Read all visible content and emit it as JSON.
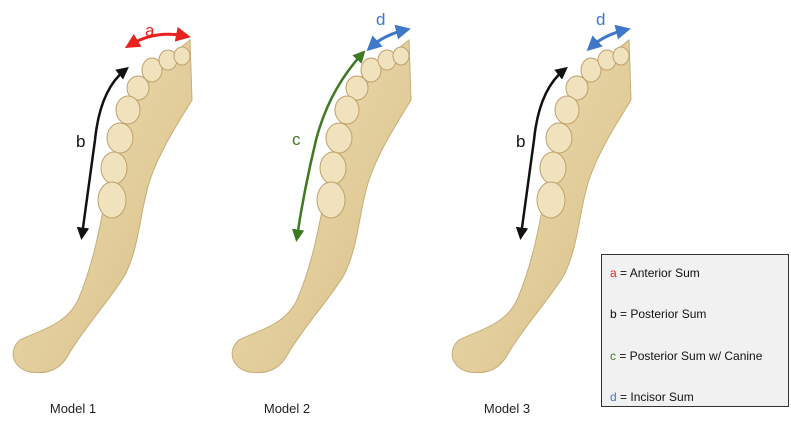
{
  "colors": {
    "a": "#e8231f",
    "b": "#111111",
    "c": "#3e7a22",
    "d": "#3f78c8",
    "bone": "#e8d6a6",
    "bone_dark": "#cdb27a",
    "legend_bg": "#f1f1f1"
  },
  "models": [
    {
      "label": "Model 1",
      "letters": [
        "a",
        "b"
      ]
    },
    {
      "label": "Model 2",
      "letters": [
        "d",
        "c"
      ]
    },
    {
      "label": "Model 3",
      "letters": [
        "d",
        "b"
      ]
    }
  ],
  "legend": [
    {
      "letter": "a",
      "text": "= Anterior Sum"
    },
    {
      "letter": "b",
      "text": "= Posterior Sum"
    },
    {
      "letter": "c",
      "text": "= Posterior Sum w/ Canine"
    },
    {
      "letter": "d",
      "text": "= Incisor Sum"
    }
  ]
}
